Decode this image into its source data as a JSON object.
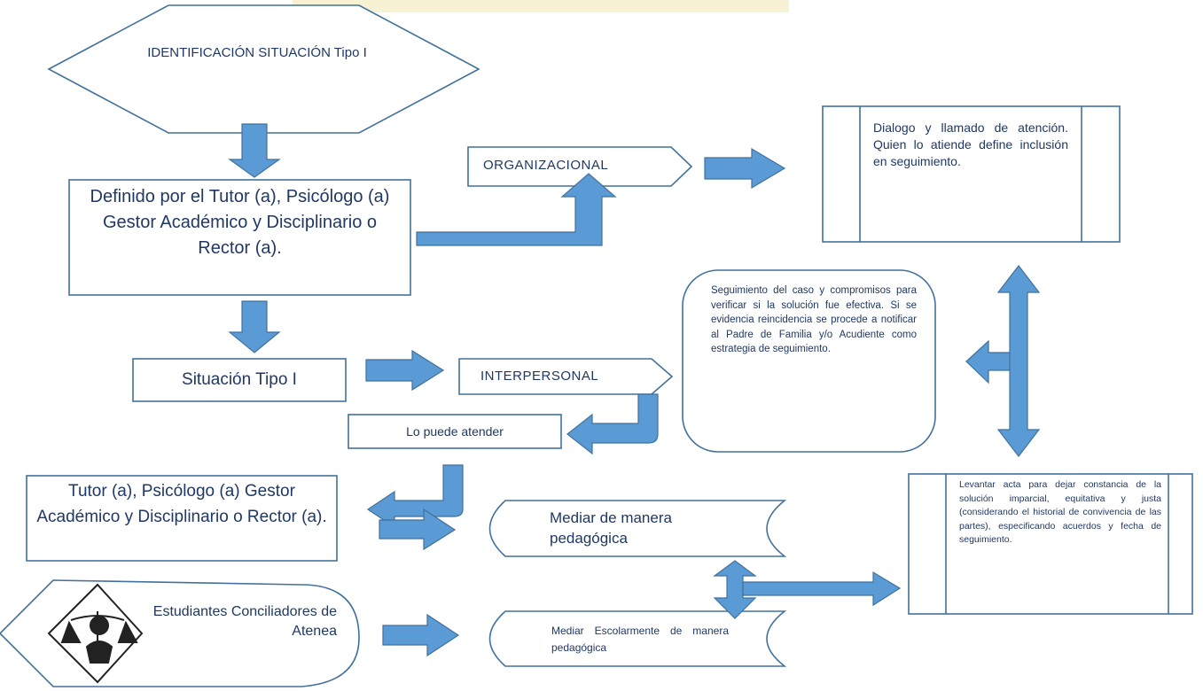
{
  "nodes": {
    "identificacion": "IDENTIFICACIÓN SITUACIÓN Tipo I",
    "definido": "Definido por el Tutor (a), Psicólogo (a) Gestor Académico y Disciplinario o Rector (a).",
    "organizacional": "ORGANIZACIONAL",
    "dialogo": "Dialogo y llamado de atención. Quien lo atiende define inclusión en seguimiento.",
    "situacion": "Situación Tipo I",
    "interpersonal": "INTERPERSONAL",
    "seguimiento": "Seguimiento del caso y compromisos para verificar si la solución fue efectiva. Si se evidencia reincidencia se procede a notificar al Padre de Familia y/o Acudiente como estrategia de seguimiento.",
    "puede_atender": "Lo puede atender",
    "tutor": "Tutor (a), Psicólogo (a) Gestor Académico y Disciplinario o Rector (a).",
    "mediar1": "Mediar de manera pedagógica",
    "levantar": "Levantar acta para dejar constancia de la solución imparcial, equitativa y justa (considerando el historial de convivencia de las partes), especificando acuerdos y fecha de seguimiento.",
    "estudiantes": "Estudiantes Conciliadores de Atenea",
    "mediar2": "Mediar Escolarmente de manera pedagógica"
  },
  "colors": {
    "stroke": "#41719c",
    "arrow_fill": "#5b9bd5",
    "text": "#1f3864"
  },
  "icons": {
    "logo": "athena-justice-logo"
  }
}
